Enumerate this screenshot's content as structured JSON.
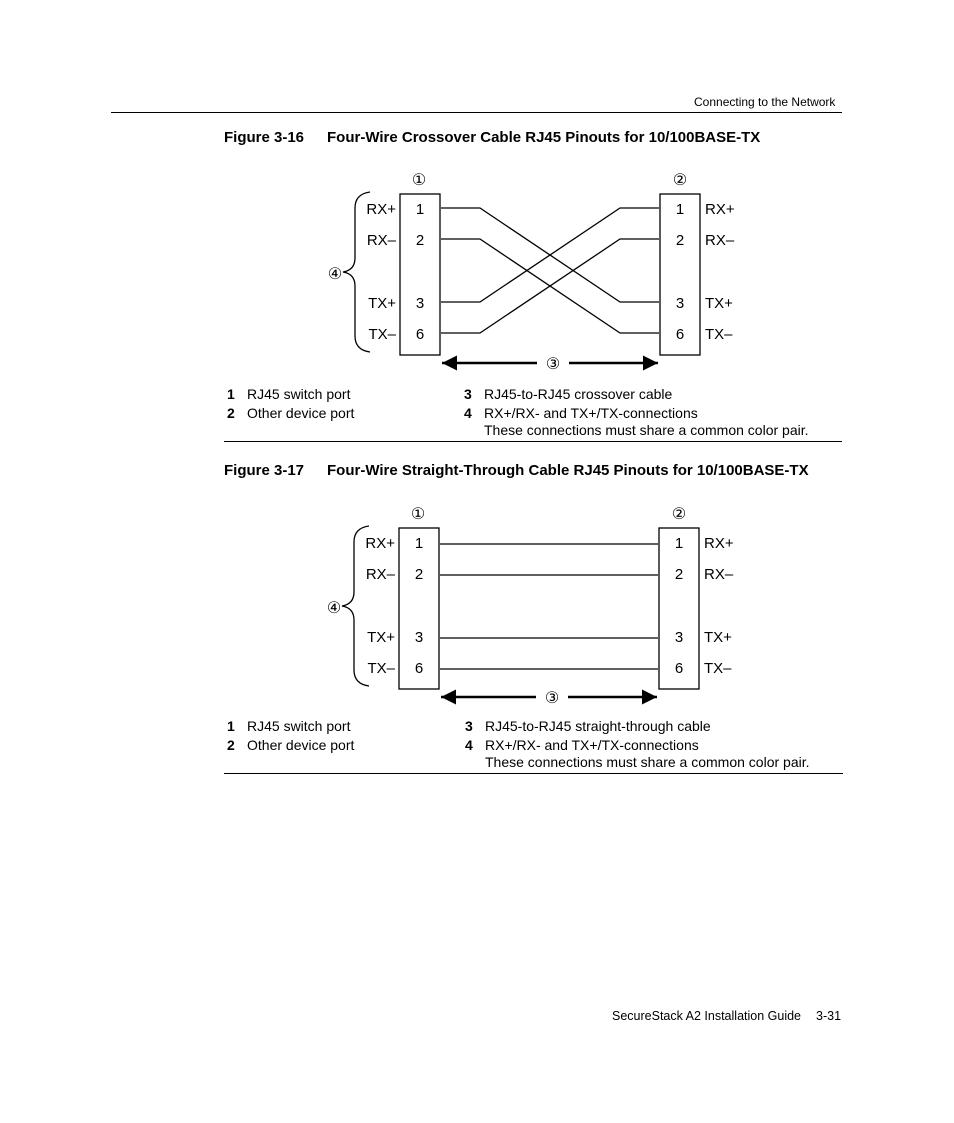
{
  "header": {
    "section": "Connecting to the Network"
  },
  "figures": [
    {
      "number": "Figure 3-16",
      "title": "Four-Wire Crossover Cable RJ45 Pinouts for 10/100BASE-TX",
      "wiring": "crossover",
      "callouts": {
        "c1": "①",
        "c2": "②",
        "c3": "③",
        "c4": "④"
      },
      "left_pins": [
        {
          "signal": "RX+",
          "pin": "1"
        },
        {
          "signal": "RX–",
          "pin": "2"
        },
        {
          "signal": "TX+",
          "pin": "3"
        },
        {
          "signal": "TX–",
          "pin": "6"
        }
      ],
      "right_pins": [
        {
          "signal": "RX+",
          "pin": "1"
        },
        {
          "signal": "RX–",
          "pin": "2"
        },
        {
          "signal": "TX+",
          "pin": "3"
        },
        {
          "signal": "TX–",
          "pin": "6"
        }
      ],
      "legend": {
        "n1": "1",
        "t1": "RJ45 switch port",
        "n2": "2",
        "t2": "Other device port",
        "n3": "3",
        "t3": "RJ45-to-RJ45 crossover cable",
        "n4": "4",
        "t4": "RX+/RX- and TX+/TX-connections",
        "t4b": "These connections must share a common color pair."
      }
    },
    {
      "number": "Figure 3-17",
      "title": "Four-Wire Straight-Through Cable RJ45 Pinouts for 10/100BASE-TX",
      "wiring": "straight-through",
      "callouts": {
        "c1": "①",
        "c2": "②",
        "c3": "③",
        "c4": "④"
      },
      "left_pins": [
        {
          "signal": "RX+",
          "pin": "1"
        },
        {
          "signal": "RX–",
          "pin": "2"
        },
        {
          "signal": "TX+",
          "pin": "3"
        },
        {
          "signal": "TX–",
          "pin": "6"
        }
      ],
      "right_pins": [
        {
          "signal": "RX+",
          "pin": "1"
        },
        {
          "signal": "RX–",
          "pin": "2"
        },
        {
          "signal": "TX+",
          "pin": "3"
        },
        {
          "signal": "TX–",
          "pin": "6"
        }
      ],
      "legend": {
        "n1": "1",
        "t1": "RJ45 switch port",
        "n2": "2",
        "t2": "Other device port",
        "n3": "3",
        "t3": "RJ45-to-RJ45 straight-through cable",
        "n4": "4",
        "t4": "RX+/RX- and TX+/TX-connections",
        "t4b": "These connections must share a common color pair."
      }
    }
  ],
  "footer": {
    "title": "SecureStack A2 Installation Guide",
    "page": "3-31"
  }
}
